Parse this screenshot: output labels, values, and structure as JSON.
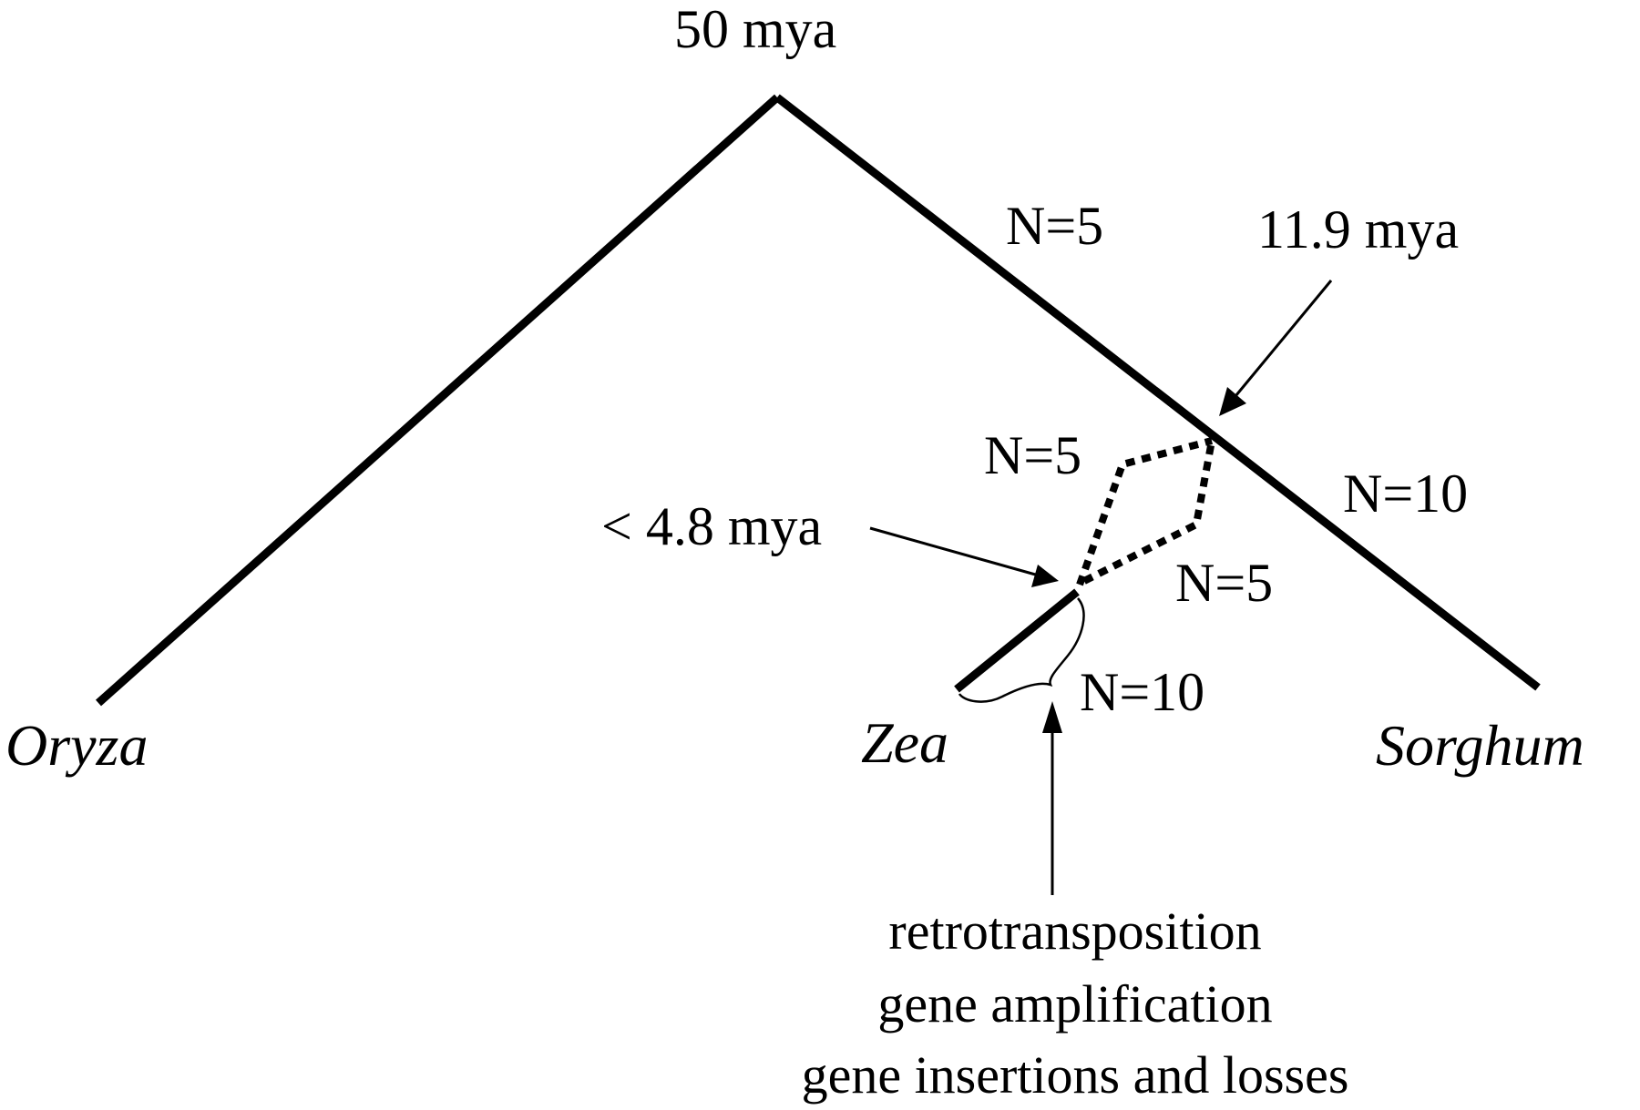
{
  "tree": {
    "root_age": "50 mya",
    "divergence_age": "11.9 mya",
    "tetraploid_age": "< 4.8 mya",
    "taxa": [
      "Oryza",
      "Zea",
      "Sorghum"
    ],
    "branch_labels": {
      "upper_right": "N=5",
      "sorghum_branch": "N=10",
      "dotted_upper": "N=5",
      "dotted_lower": "N=5",
      "zea_branch": "N=10"
    },
    "events": [
      "retrotransposition",
      "gene amplification",
      "gene insertions and losses"
    ]
  },
  "colors": {
    "ink": "#000000",
    "background": "#ffffff"
  }
}
